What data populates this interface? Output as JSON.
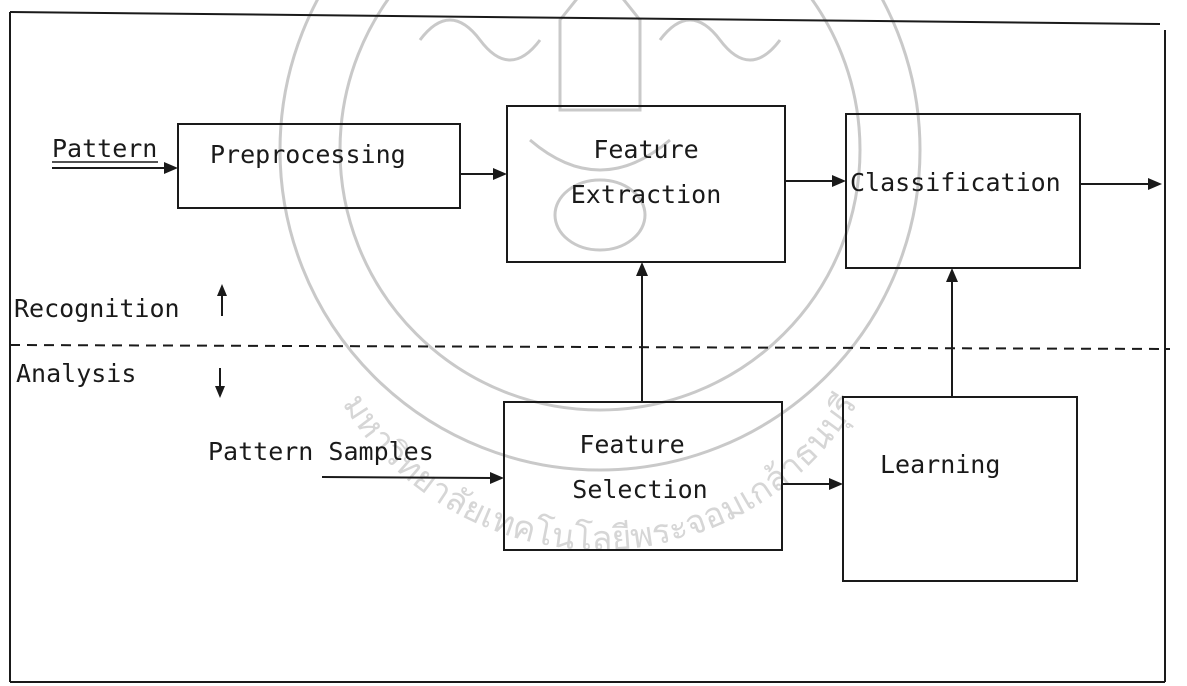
{
  "diagram": {
    "nodes": {
      "pattern": "Pattern",
      "preprocessing": "Preprocessing",
      "feature_extraction_line1": "Feature",
      "feature_extraction_line2": "Extraction",
      "classification": "Classification",
      "pattern_samples": "Pattern Samples",
      "feature_selection_line1": "Feature",
      "feature_selection_line2": "Selection",
      "learning": "Learning"
    },
    "regions": {
      "recognition": "Recognition",
      "analysis": "Analysis"
    },
    "edges": [
      {
        "from": "Pattern",
        "to": "Preprocessing"
      },
      {
        "from": "Preprocessing",
        "to": "Feature Extraction"
      },
      {
        "from": "Feature Extraction",
        "to": "Classification"
      },
      {
        "from": "Classification",
        "to": "output"
      },
      {
        "from": "Pattern Samples",
        "to": "Feature Selection"
      },
      {
        "from": "Feature Selection",
        "to": "Learning"
      },
      {
        "from": "Feature Selection",
        "to": "Feature Extraction"
      },
      {
        "from": "Learning",
        "to": "Classification"
      }
    ]
  },
  "watermark": {
    "arc_text": "มหาวิทยาลัยเทคโนโลยีพระจอมเกล้าธนบุรี"
  }
}
